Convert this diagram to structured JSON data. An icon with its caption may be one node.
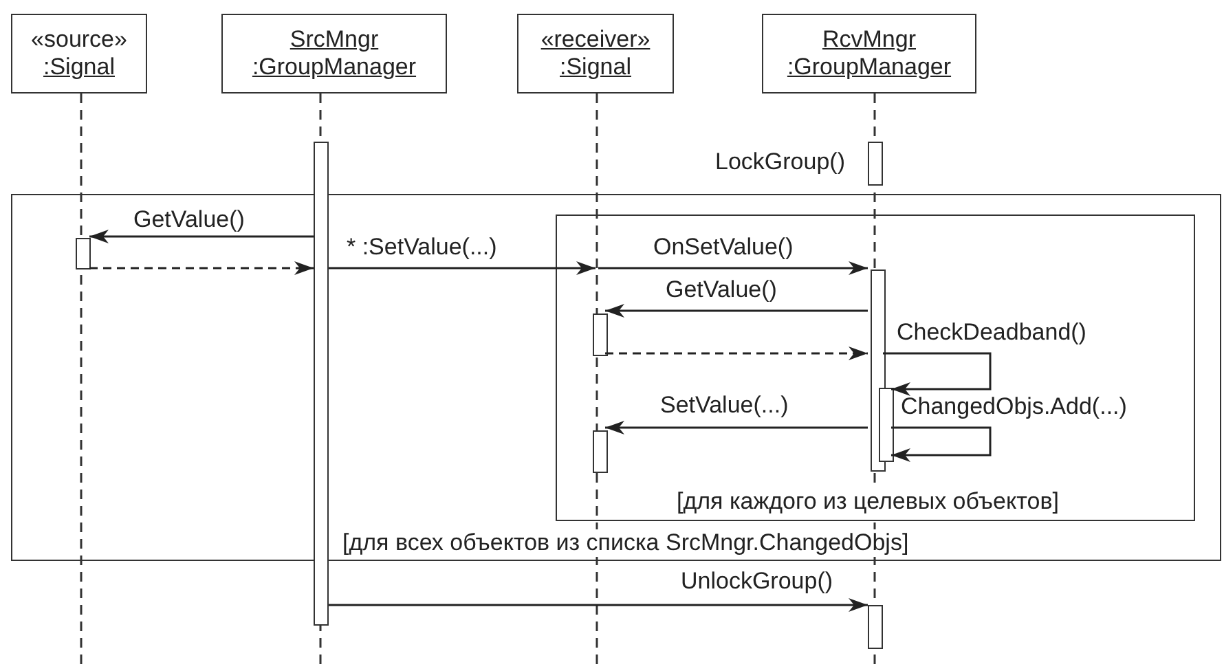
{
  "diagram": {
    "nodes": [
      {
        "text": [
          "«source»",
          ":Signal"
        ]
      },
      {
        "text": [
          "SrcMngr :GroupManager"
        ]
      },
      {
        "text": [
          "«receiver»",
          ":Signal"
        ]
      },
      {
        "text": [
          "RcvMngr :GroupManager"
        ]
      },
      {
        "text": [],
        "shape": "bar"
      },
      {
        "text": [],
        "shape": "bar",
        "beside": [
          "LockGroup()"
        ]
      },
      {
        "text": [
          "[для всех объектов из списка SrcMngr.ChangedObjs]"
        ]
      },
      {
        "text": [],
        "shape": "bar",
        "in": 6
      },
      {
        "text": [
          "[для каждого из целевых объектов]"
        ],
        "in": 6
      },
      {
        "text": [],
        "shape": "bar",
        "in": 8
      },
      {
        "text": [],
        "shape": "bar",
        "in": 8
      },
      {
        "text": [],
        "shape": "bar",
        "in": 8
      },
      {
        "text": [],
        "shape": "bar",
        "in": 8
      },
      {
        "text": [],
        "shape": "bar"
      }
    ],
    "edges": [
      {
        "from": 4,
        "to": 7,
        "arrow": "to",
        "label": "GetValue()"
      },
      {
        "from": 7,
        "to": 4,
        "arrow": "to",
        "style": "dashed"
      },
      {
        "from": 4,
        "to": null,
        "arrow": "to",
        "label": "* :SetValue(...)"
      },
      {
        "from": null,
        "to": 9,
        "arrow": "to",
        "label": "OnSetValue()"
      },
      {
        "from": 9,
        "to": 10,
        "arrow": "to",
        "label": "GetValue()"
      },
      {
        "from": 10,
        "to": 9,
        "arrow": "to",
        "style": "dashed"
      },
      {
        "from": 9,
        "to": 11,
        "arrow": "to",
        "label": "CheckDeadband()"
      },
      {
        "from": 9,
        "to": 12,
        "arrow": "to",
        "label": "SetValue(...)"
      },
      {
        "from": 11,
        "to": 11,
        "arrow": "to",
        "label": "ChangedObjs.Add(...)"
      },
      {
        "from": 4,
        "to": 13,
        "arrow": "to",
        "label": "UnlockGroup()"
      }
    ]
  }
}
